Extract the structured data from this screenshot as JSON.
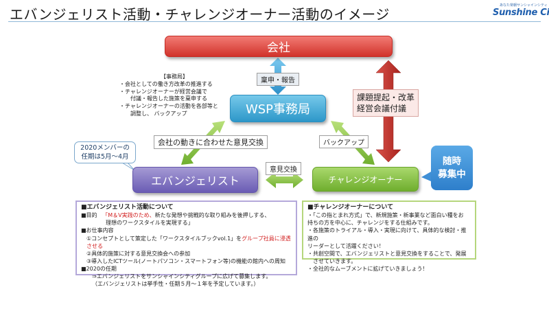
{
  "header": {
    "title": "エバンジェリスト活動・チャレンジオーナー活動のイメージ",
    "logo_tagline": "あなた常朝サンシャインシティ",
    "logo_text": "Sunshine City"
  },
  "colors": {
    "company": "#d1332b",
    "wsp": "#2d97c9",
    "evangelist": "#6a5cb4",
    "challenge_owner": "#6fae2e",
    "arrow_green": "#8bc34a",
    "arrow_blue": "#3fa9e0",
    "arrow_red": "#c0302a"
  },
  "nodes": {
    "company": "会社",
    "wsp": "WSP事務局",
    "evangelist": "エバンジェリスト",
    "challenge_owner": "チャレンジオーナー"
  },
  "edges": {
    "proposal_report": "稟申・報告",
    "opinion_exchange_company": "会社の動きに合わせた意見交換",
    "backup": "バックアップ",
    "opinion_exchange": "意見交換",
    "issue_proposal_line1": "課題提起・改革",
    "issue_proposal_line2": "経営会議付議"
  },
  "member_callout": {
    "line1": "2020メンバーの",
    "line2": "任期は5月～4月"
  },
  "recruiting": {
    "line1": "随時",
    "line2": "募集中"
  },
  "secretariat": {
    "heading": "【事務局】",
    "item1": "・会社としての働き方改革の推進する",
    "item2a": "・チャレンジオーナーが経営会議で",
    "item2b": "付議・報告した施策を稟申する",
    "item3a": "・チャレンジオーナーの活動を各部等と",
    "item3b": "調整し、 バックアップ"
  },
  "evangelist_panel": {
    "heading": "■エバンジェリスト活動について",
    "purpose_label": "■目的",
    "purpose_red": "「M＆V実践のため、",
    "purpose_rest": "新たな発想や挑戦的な取り組みを後押しする、",
    "purpose_line2": "理想のワークスタイルを実現する」",
    "work_heading": "■お仕事内容",
    "work1_start": "①コンセプトとして策定した「ワークスタイルブックvol.1」を",
    "work1_red": "グループ社員に浸透させる",
    "work2": "②具体的施策に対する意見交換会への参加",
    "work3": "③導入したICTツール(ノートパソコン・スマートフォン等)の機能の館内への周知",
    "term_heading": "■2020の任期",
    "term1": "⇒エバンジェリストをサンシャインシティグループに広げて募集します。",
    "term2": "（エバンジェリストは挙手性・任期５月～１年を予定しています。）"
  },
  "challenge_panel": {
    "heading": "■チャレンジオーナーについて",
    "line1": "・「この指とまれ方式」で、新規施策・新事業など面白い種をお",
    "line2": "持ちの方を中心に、チャレンジをする仕組みです。",
    "line3": "・各施策のトライアル・導入・実現に向けて、具体的な検討・推進の",
    "line4": "リーダーとして活躍ください！",
    "line5": "・共創空間で、エバンジェリストと意見交換をすることで、発展",
    "line6": "させていきます。",
    "line7": "・全社的なムーブメントに拡げていきましょう！"
  }
}
